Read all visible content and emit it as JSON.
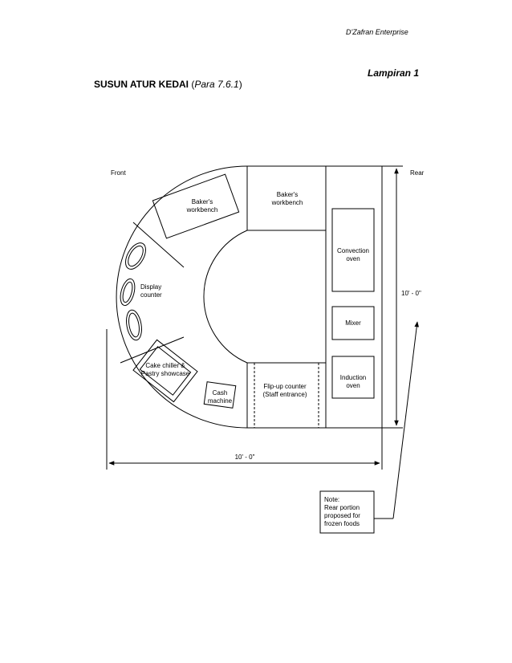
{
  "header": {
    "company": "D'Zafran Enterprise",
    "appendix": "Lampiran 1"
  },
  "title": {
    "main": "SUSUN ATUR KEDAI",
    "ref_prefix": "(",
    "ref": "Para 7.6.1",
    "ref_suffix": ")"
  },
  "plan": {
    "front_label": "Front",
    "rear_label": "Rear",
    "bakers_workbench_1": [
      "Baker's",
      "workbench"
    ],
    "bakers_workbench_2": [
      "Baker's",
      "workbench"
    ],
    "convection_oven": [
      "Convection",
      "oven"
    ],
    "mixer": "Mixer",
    "induction_oven": [
      "Induction",
      "oven"
    ],
    "display_counter": [
      "Display",
      "counter"
    ],
    "cake_chiller": [
      "Cake chiller &",
      "Pastry showcase"
    ],
    "cash_machine": [
      "Cash",
      "machine"
    ],
    "flip_up_counter": [
      "Flip-up counter",
      "(Staff entrance)"
    ],
    "dim_width": "10' - 0\"",
    "dim_depth": "10' - 0\"",
    "note": [
      "Note:",
      "Rear portion",
      "proposed for",
      "frozen foods"
    ]
  }
}
